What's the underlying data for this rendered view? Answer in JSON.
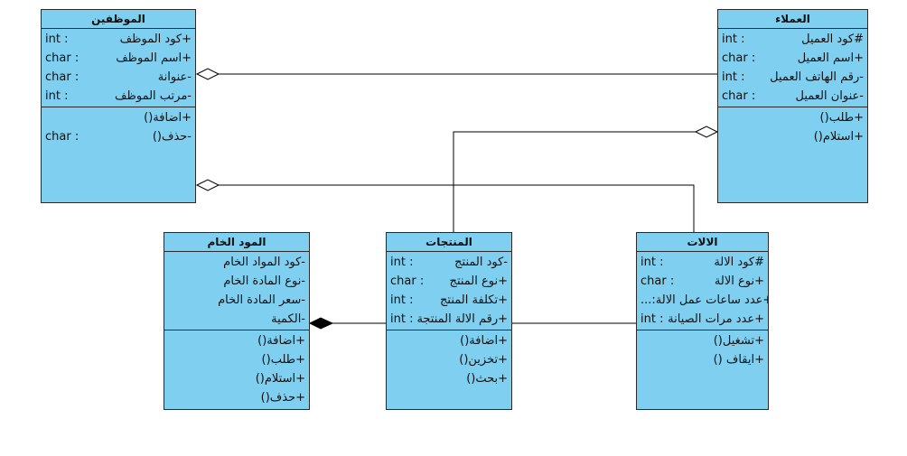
{
  "classes": {
    "employees": {
      "title": "الموظفين",
      "attributes": [
        {
          "type": "int :",
          "name": "+كود الموظف"
        },
        {
          "type": "char :",
          "name": "+اسم الموظف"
        },
        {
          "type": "char :",
          "name": "-عنوانة"
        },
        {
          "type": "int :",
          "name": "-مرتب الموظف"
        }
      ],
      "operations": [
        {
          "type": "",
          "name": "+اضافة()"
        },
        {
          "type": "char :",
          "name": "-حذف()"
        }
      ]
    },
    "customers": {
      "title": "العملاء",
      "attributes": [
        {
          "type": "int :",
          "name": "#كود العميل"
        },
        {
          "type": "char :",
          "name": "+اسم العميل"
        },
        {
          "type": "int :",
          "name": "-رقم الهاتف العميل"
        },
        {
          "type": "char :",
          "name": "-عنوان العميل"
        }
      ],
      "operations": [
        {
          "type": "",
          "name": "+طلب()"
        },
        {
          "type": "",
          "name": "+استلام()"
        }
      ]
    },
    "raw_materials": {
      "title": "المود الخام",
      "attributes": [
        {
          "type": "",
          "name": "-كود المواد الخام"
        },
        {
          "type": "",
          "name": "-نوع المادة الخام"
        },
        {
          "type": "",
          "name": "-سعر المادة الخام"
        },
        {
          "type": "",
          "name": "-الكمية"
        }
      ],
      "operations": [
        {
          "type": "",
          "name": "+اضافة()"
        },
        {
          "type": "",
          "name": "+طلب()"
        },
        {
          "type": "",
          "name": "+استلام()"
        },
        {
          "type": "",
          "name": "+حذف()"
        }
      ]
    },
    "products": {
      "title": "المنتجات",
      "attributes": [
        {
          "type": "int :",
          "name": "-كود المنتج"
        },
        {
          "type": "char :",
          "name": "+نوع المنتج"
        },
        {
          "type": "int :",
          "name": "+تكلفة المنتج"
        },
        {
          "type": "int :",
          "name": "+رقم الالة المنتجة"
        }
      ],
      "operations": [
        {
          "type": "",
          "name": "+اضافة()"
        },
        {
          "type": "",
          "name": "+تخزين()"
        },
        {
          "type": "",
          "name": "+بحث()"
        }
      ]
    },
    "machines": {
      "title": "الالات",
      "attributes": [
        {
          "type": "int :",
          "name": "#كود الالة"
        },
        {
          "type": "char :",
          "name": "+نوع الالة"
        },
        {
          "type": "...:",
          "name": "+عدد ساعات عمل الالة"
        },
        {
          "type": "int :",
          "name": "+عدد مرات الصيانة"
        }
      ],
      "operations": [
        {
          "type": "",
          "name": "+تشغيل()"
        },
        {
          "type": "",
          "name": "+ايقاف ()"
        }
      ]
    }
  }
}
